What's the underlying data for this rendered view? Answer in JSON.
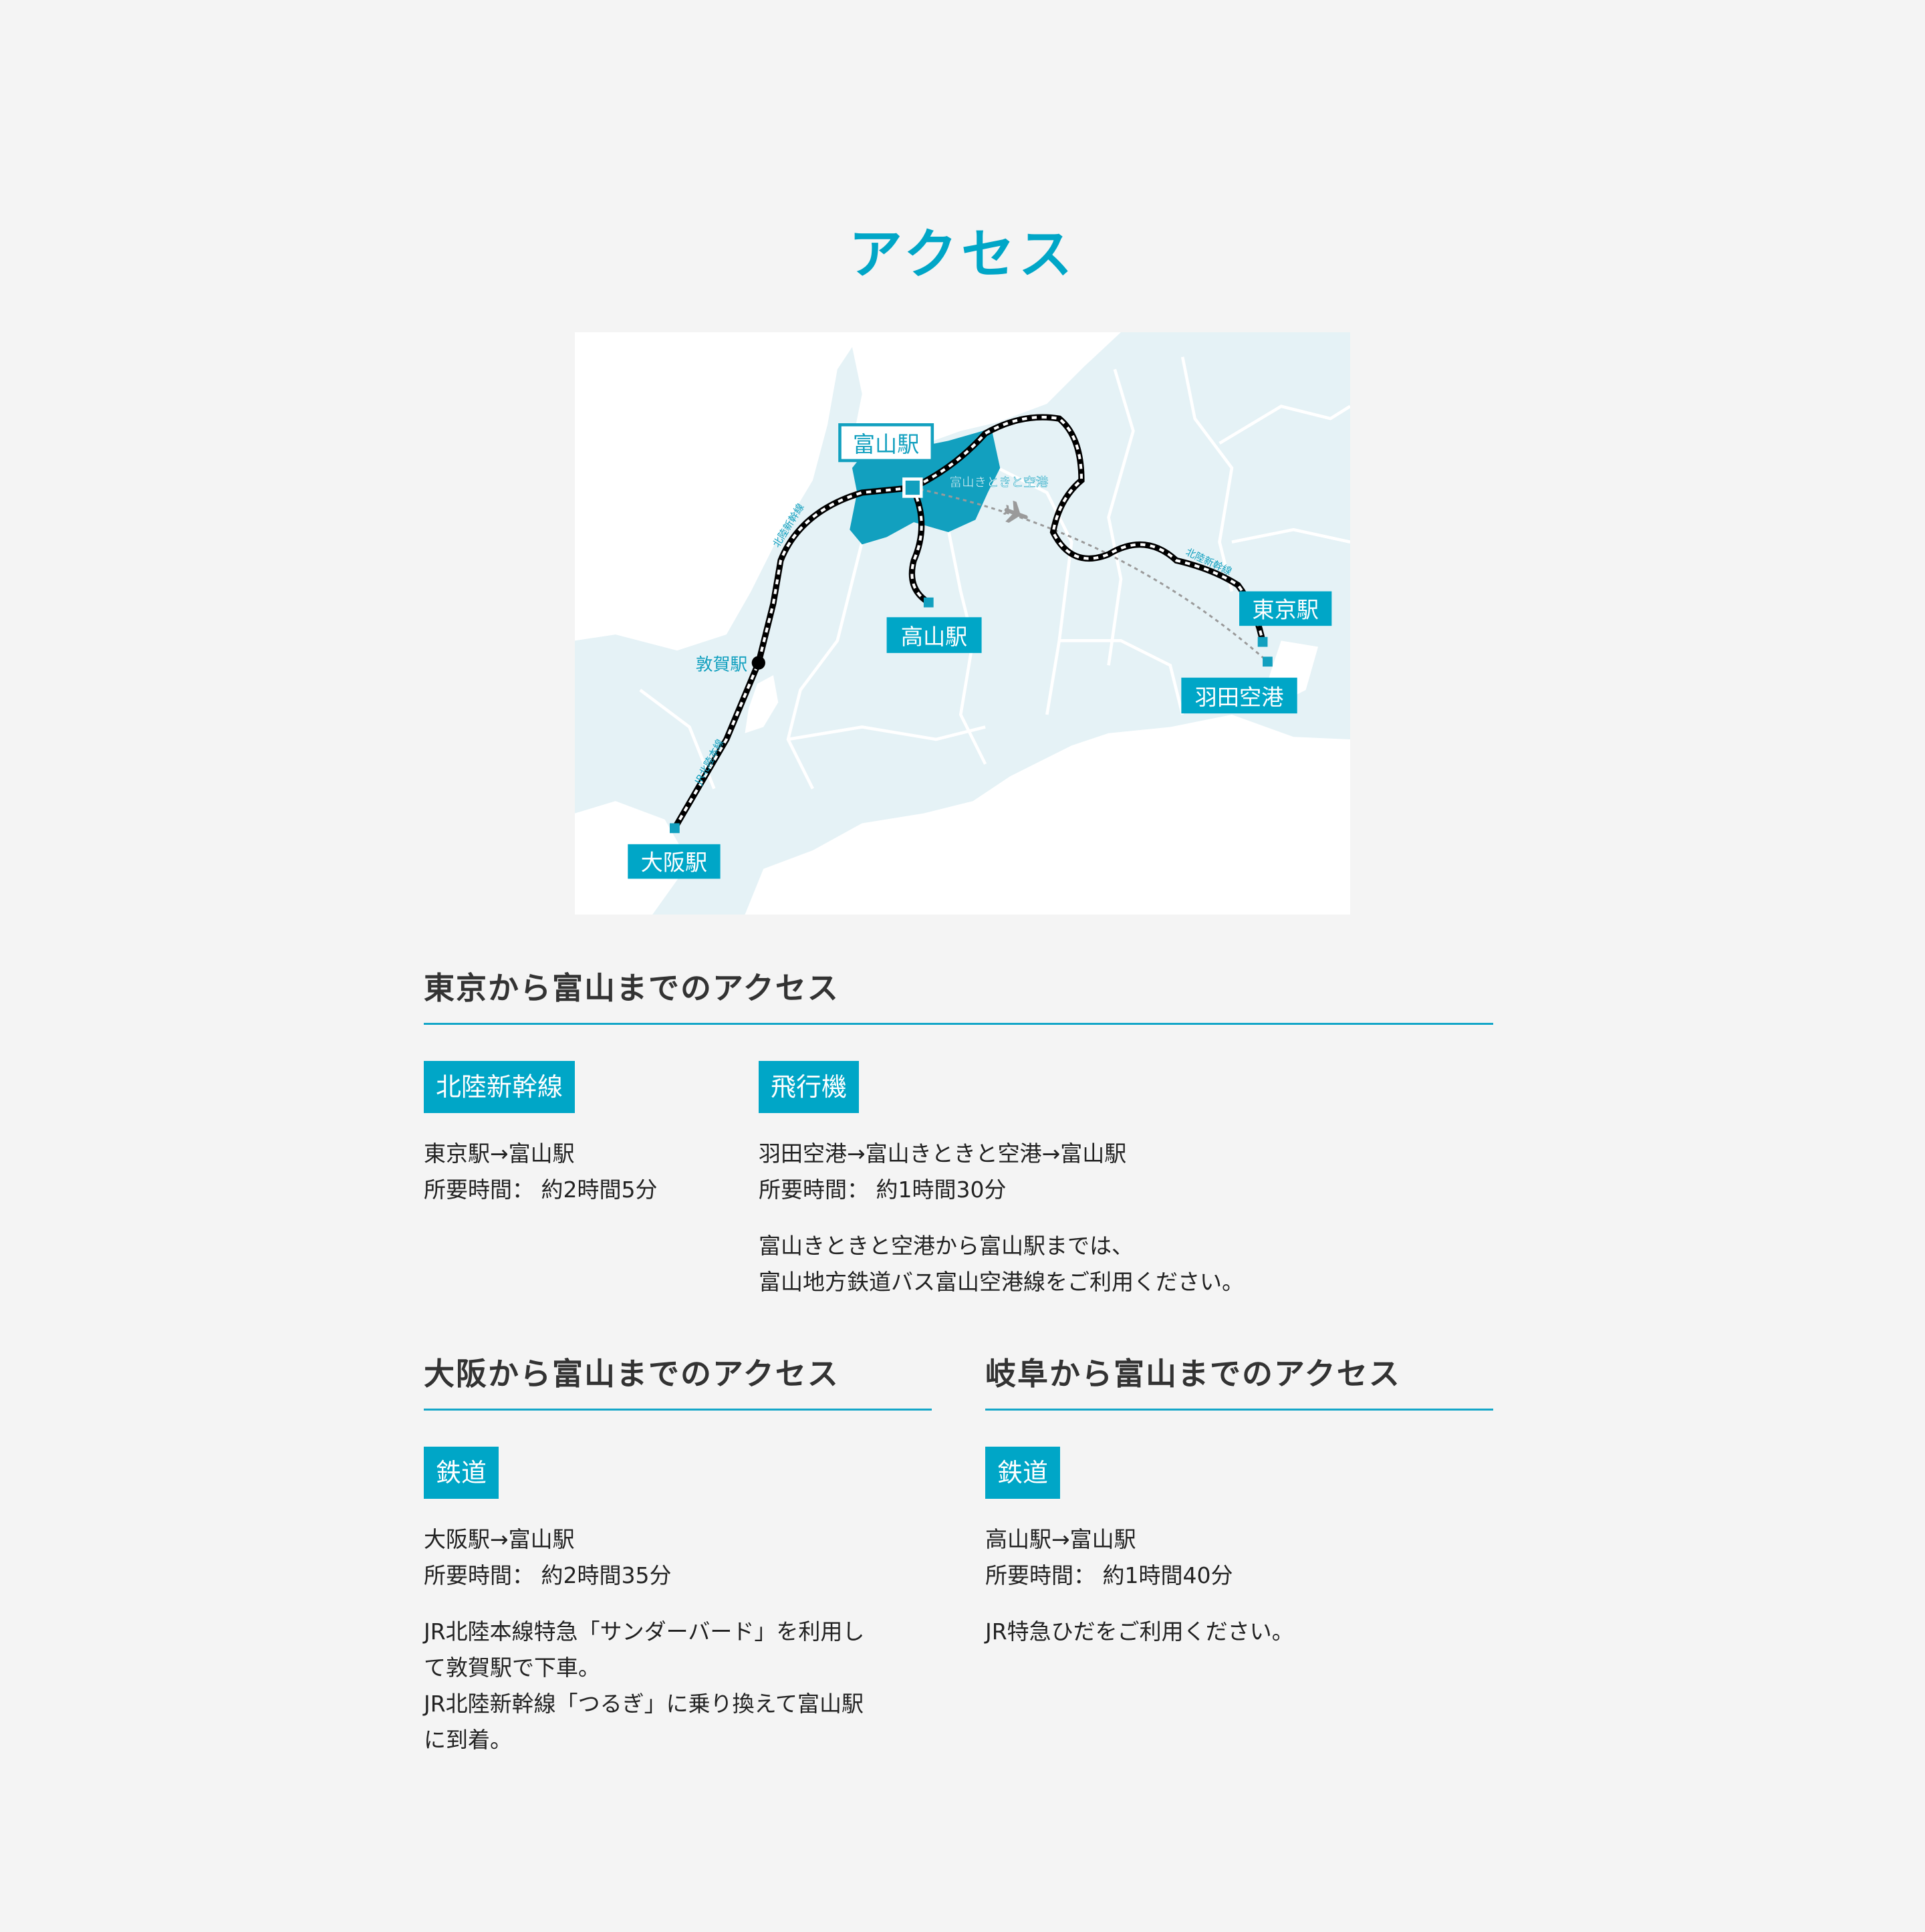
{
  "page_title": "アクセス",
  "colors": {
    "accent": "#00a6c7",
    "background": "#f4f4f4",
    "land": "#e5f2f6",
    "toyama": "#12a0bf"
  },
  "map": {
    "labels": {
      "toyama": "富山駅",
      "airport": "富山きときと空港",
      "takayama": "高山駅",
      "tokyo": "東京駅",
      "haneda": "羽田空港",
      "tsuruga": "敦賀駅",
      "osaka": "大阪駅",
      "shinkansen_west": "北陸新幹線",
      "shinkansen_east": "北陸新幹線",
      "jr_line": "JR北陸本線"
    },
    "icons": [
      "airplane-icon",
      "station-marker"
    ]
  },
  "sections": [
    {
      "heading": "東京から富山までのアクセス",
      "columns": [
        {
          "tag": "北陸新幹線",
          "route": "東京駅→富山駅",
          "time": "所要時間： 約2時間5分",
          "notes": []
        },
        {
          "tag": "飛行機",
          "route": "羽田空港→富山きときと空港→富山駅",
          "time": "所要時間： 約1時間30分",
          "notes": [
            "富山きときと空港から富山駅までは、",
            "富山地方鉄道バス富山空港線をご利用ください。"
          ]
        }
      ]
    },
    {
      "heading": "大阪から富山までのアクセス",
      "columns": [
        {
          "tag": "鉄道",
          "route": "大阪駅→富山駅",
          "time": "所要時間： 約2時間35分",
          "notes": [
            "JR北陸本線特急「サンダーバード」を利用し",
            "て敦賀駅で下車。",
            "JR北陸新幹線「つるぎ」に乗り換えて富山駅",
            "に到着。"
          ]
        }
      ]
    },
    {
      "heading": "岐阜から富山までのアクセス",
      "columns": [
        {
          "tag": "鉄道",
          "route": "高山駅→富山駅",
          "time": "所要時間： 約1時間40分",
          "notes": [
            "JR特急ひだをご利用ください。"
          ]
        }
      ]
    }
  ]
}
